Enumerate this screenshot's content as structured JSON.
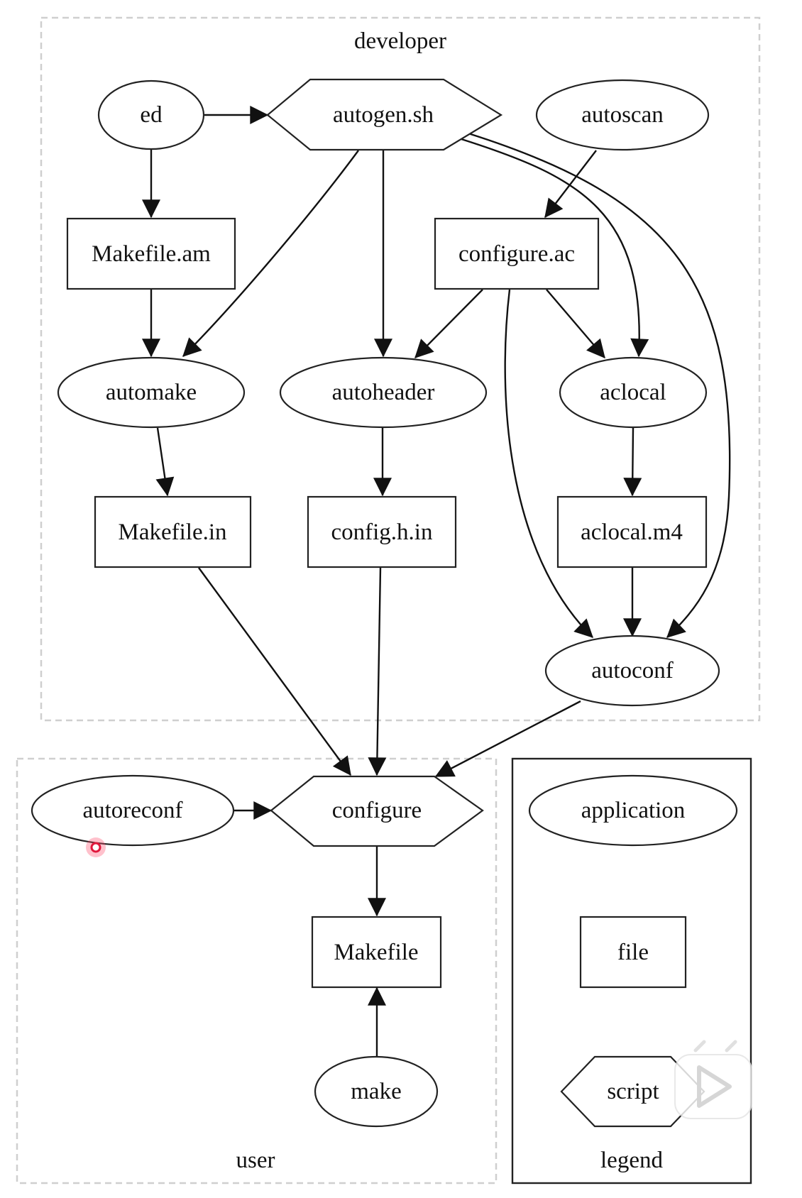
{
  "clusters": {
    "developer": "developer",
    "user": "user",
    "legend": "legend"
  },
  "nodes": {
    "ed": "ed",
    "autogen_sh": "autogen.sh",
    "autoscan": "autoscan",
    "makefile_am": "Makefile.am",
    "configure_ac": "configure.ac",
    "automake": "automake",
    "autoheader": "autoheader",
    "aclocal": "aclocal",
    "makefile_in": "Makefile.in",
    "config_h_in": "config.h.in",
    "aclocal_m4": "aclocal.m4",
    "autoconf": "autoconf",
    "autoreconf": "autoreconf",
    "configure": "configure",
    "makefile": "Makefile",
    "make": "make"
  },
  "legend": {
    "application": "application",
    "file": "file",
    "script": "script"
  },
  "edges": [
    {
      "from": "ed",
      "to": "autogen.sh"
    },
    {
      "from": "ed",
      "to": "Makefile.am"
    },
    {
      "from": "autogen.sh",
      "to": "automake"
    },
    {
      "from": "autogen.sh",
      "to": "autoheader"
    },
    {
      "from": "autogen.sh",
      "to": "aclocal"
    },
    {
      "from": "autogen.sh",
      "to": "autoconf"
    },
    {
      "from": "autoscan",
      "to": "configure.ac"
    },
    {
      "from": "Makefile.am",
      "to": "automake"
    },
    {
      "from": "configure.ac",
      "to": "autoheader"
    },
    {
      "from": "configure.ac",
      "to": "aclocal"
    },
    {
      "from": "configure.ac",
      "to": "autoconf"
    },
    {
      "from": "automake",
      "to": "Makefile.in"
    },
    {
      "from": "autoheader",
      "to": "config.h.in"
    },
    {
      "from": "aclocal",
      "to": "aclocal.m4"
    },
    {
      "from": "aclocal.m4",
      "to": "autoconf"
    },
    {
      "from": "Makefile.in",
      "to": "configure"
    },
    {
      "from": "config.h.in",
      "to": "configure"
    },
    {
      "from": "autoconf",
      "to": "configure"
    },
    {
      "from": "autoreconf",
      "to": "configure"
    },
    {
      "from": "configure",
      "to": "Makefile"
    },
    {
      "from": "make",
      "to": "Makefile"
    }
  ],
  "overlay": {
    "cursor_icon": "mouse-pointer-dot-icon",
    "player_icon": "video-play-badge-icon"
  }
}
